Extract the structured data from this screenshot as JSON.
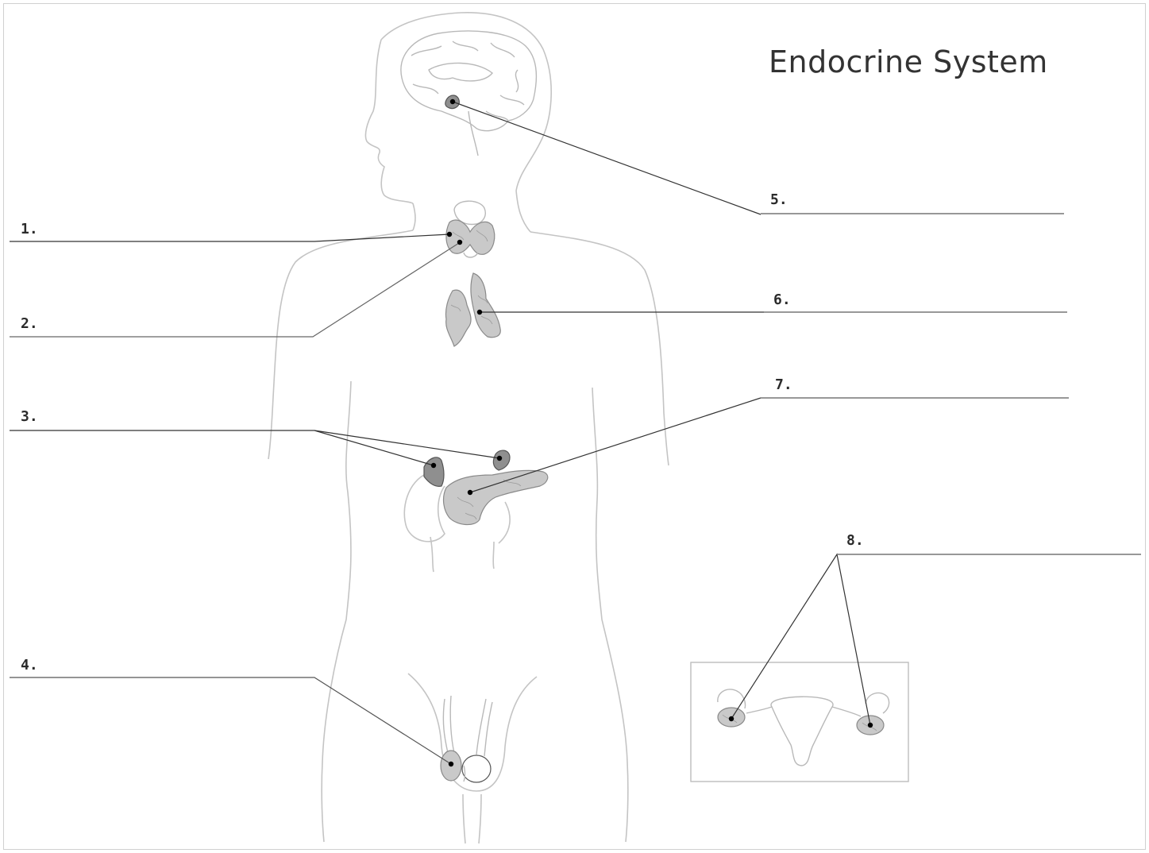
{
  "title": "Endocrine System",
  "labels": [
    {
      "id": "1",
      "text": "1."
    },
    {
      "id": "2",
      "text": "2."
    },
    {
      "id": "3",
      "text": "3."
    },
    {
      "id": "4",
      "text": "4."
    },
    {
      "id": "5",
      "text": "5."
    },
    {
      "id": "6",
      "text": "6."
    },
    {
      "id": "7",
      "text": "7."
    },
    {
      "id": "8",
      "text": "8."
    }
  ],
  "colors": {
    "outline": "#c4c4c4",
    "gland": "#c9c9c9",
    "gland_dark": "#8f8f8f",
    "leader": "#333333",
    "answer_line": "#777777"
  }
}
